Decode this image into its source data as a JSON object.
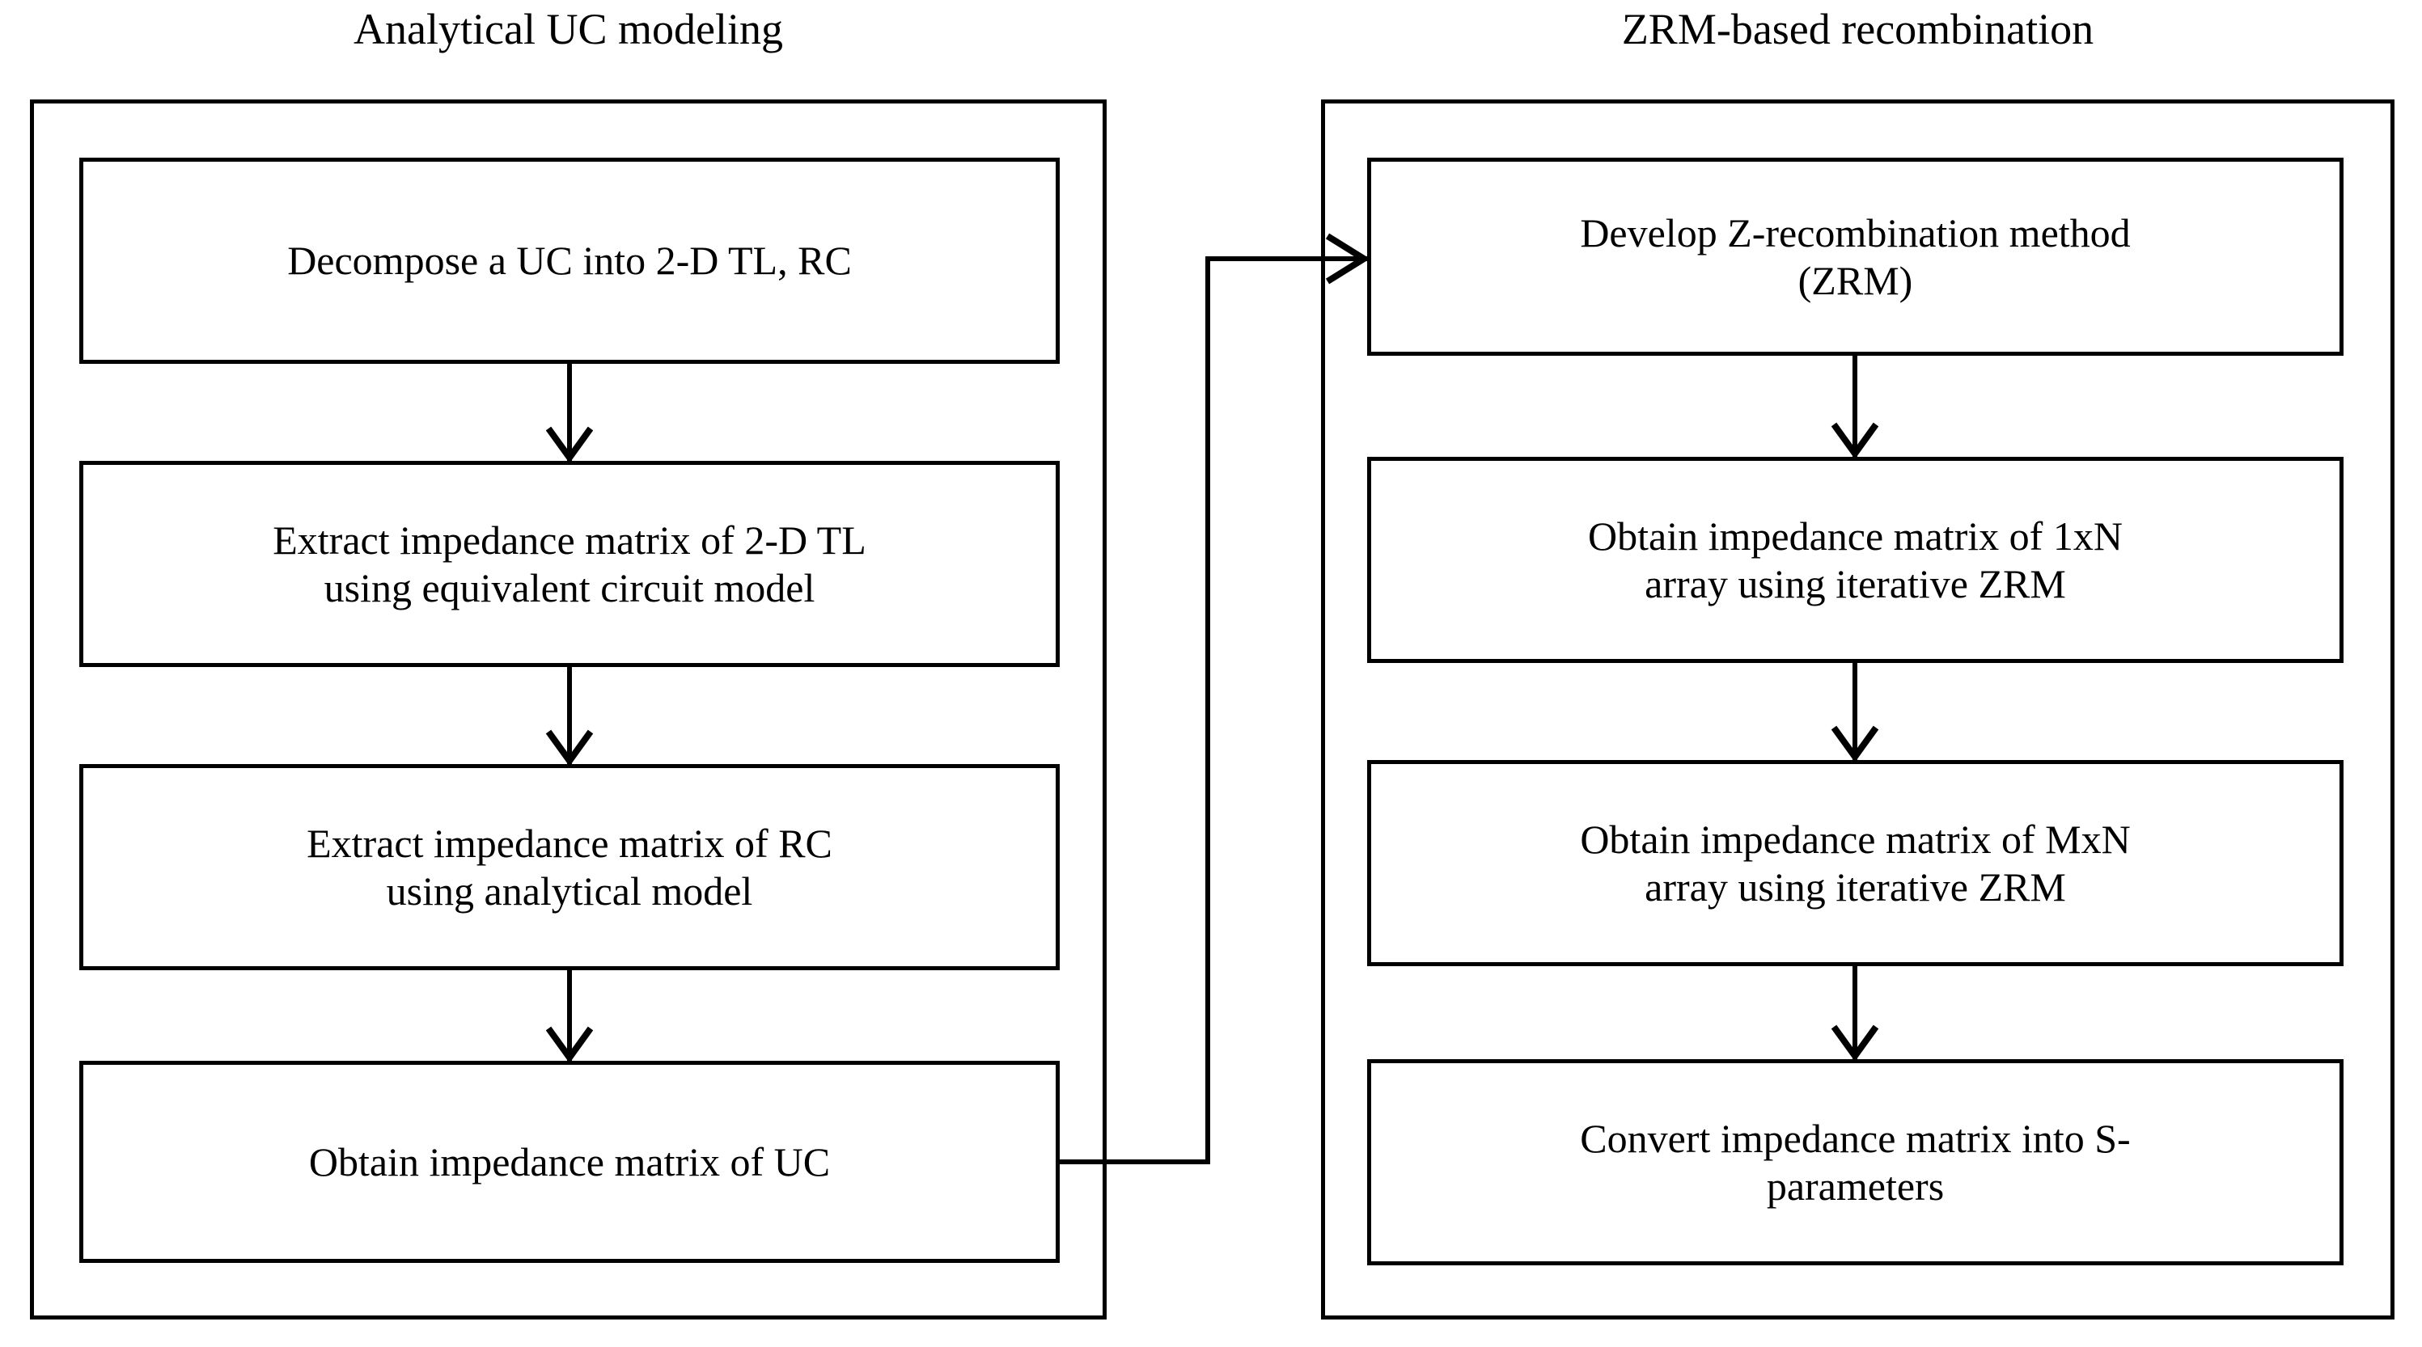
{
  "diagram": {
    "columns": [
      {
        "id": "analytical-uc-modeling",
        "title": "Analytical UC modeling",
        "steps": [
          {
            "id": "decompose-uc",
            "line1": "Decompose a UC into 2-D TL, RC",
            "line2": ""
          },
          {
            "id": "extract-z-2dtl",
            "line1": "Extract impedance matrix of 2-D TL",
            "line2": "using equivalent circuit model"
          },
          {
            "id": "extract-z-rc",
            "line1": "Extract impedance matrix of RC",
            "line2": "using analytical model"
          },
          {
            "id": "obtain-z-uc",
            "line1": "Obtain impedance matrix of UC",
            "line2": ""
          }
        ]
      },
      {
        "id": "zrm-based-recombination",
        "title": "ZRM-based recombination",
        "steps": [
          {
            "id": "develop-zrm",
            "line1": "Develop Z-recombination method",
            "line2": "(ZRM)"
          },
          {
            "id": "obtain-z-1xn",
            "line1": "Obtain impedance matrix of 1xN",
            "line2": "array using iterative ZRM"
          },
          {
            "id": "obtain-z-mxn",
            "line1": "Obtain impedance matrix of MxN",
            "line2": "array using iterative ZRM"
          },
          {
            "id": "convert-z-to-s",
            "line1": "Convert impedance matrix into S-",
            "line2": "parameters"
          }
        ]
      }
    ],
    "connectors": [
      {
        "id": "l1-to-l2",
        "from": "decompose-uc",
        "to": "extract-z-2dtl",
        "direction": "down"
      },
      {
        "id": "l2-to-l3",
        "from": "extract-z-2dtl",
        "to": "extract-z-rc",
        "direction": "down"
      },
      {
        "id": "l3-to-l4",
        "from": "extract-z-rc",
        "to": "obtain-z-uc",
        "direction": "down"
      },
      {
        "id": "l4-to-r1",
        "from": "obtain-z-uc",
        "to": "develop-zrm",
        "direction": "right-up-right"
      },
      {
        "id": "r1-to-r2",
        "from": "develop-zrm",
        "to": "obtain-z-1xn",
        "direction": "down"
      },
      {
        "id": "r2-to-r3",
        "from": "obtain-z-1xn",
        "to": "obtain-z-mxn",
        "direction": "down"
      },
      {
        "id": "r3-to-r4",
        "from": "obtain-z-mxn",
        "to": "convert-z-to-s",
        "direction": "down"
      }
    ],
    "colors": {
      "stroke": "#000000",
      "background": "#ffffff",
      "text": "#000000"
    }
  }
}
